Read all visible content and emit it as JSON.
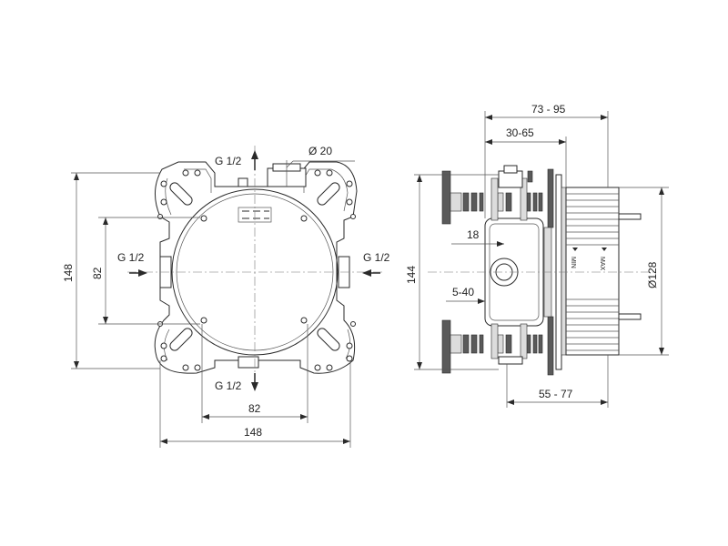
{
  "front_view": {
    "top_outlet": "G 1/2",
    "bottom_outlet": "G 1/2",
    "left_inlet": "G 1/2",
    "right_inlet": "G 1/2",
    "spindle_diameter": "Ø 20",
    "height_overall": "148",
    "height_inner": "82",
    "width_inner": "82",
    "width_overall": "148"
  },
  "side_view": {
    "depth_range": "73 - 95",
    "inner_depth_range": "30-65",
    "wall_offset": "18",
    "height_overall": "144",
    "plaster_range": "5-40",
    "body_depth_range": "55 - 77",
    "cover_diameter": "Ø128",
    "marking_min": "MIN",
    "marking_max": "MAX"
  },
  "colors": {
    "line": "#2a2a2a",
    "fill_dark": "#5a5a5a",
    "fill_light": "#dcdcdc"
  }
}
